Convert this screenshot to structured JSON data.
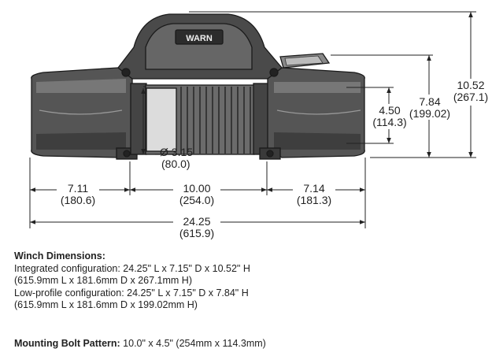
{
  "diagram": {
    "logo": "WARN",
    "dims": {
      "overall_height_in": "10.52",
      "overall_height_mm": "(267.1)",
      "low_height_in": "7.84",
      "low_height_mm": "(199.02)",
      "bolt_height_in": "4.50",
      "bolt_height_mm": "(114.3)",
      "drum_dia_in": "Ø 3.15",
      "drum_dia_mm": "(80.0)",
      "left_len_in": "7.11",
      "left_len_mm": "(180.6)",
      "mid_len_in": "10.00",
      "mid_len_mm": "(254.0)",
      "right_len_in": "7.14",
      "right_len_mm": "(181.3)",
      "total_len_in": "24.25",
      "total_len_mm": "(615.9)"
    }
  },
  "specs": {
    "heading": "Winch Dimensions:",
    "line1": "Integrated configuration: 24.25\" L x 7.15\" D x 10.52\" H",
    "line2": "(615.9mm L x 181.6mm D x 267.1mm H)",
    "line3": "Low-profile configuration: 24.25\" L x 7.15\" D x 7.84\" H",
    "line4": "(615.9mm L x 181.6mm D x 199.02mm H)"
  },
  "bolt_pattern": {
    "label": "Mounting Bolt Pattern:",
    "value": " 10.0\" x 4.5\" (254mm x 114.3mm)"
  }
}
